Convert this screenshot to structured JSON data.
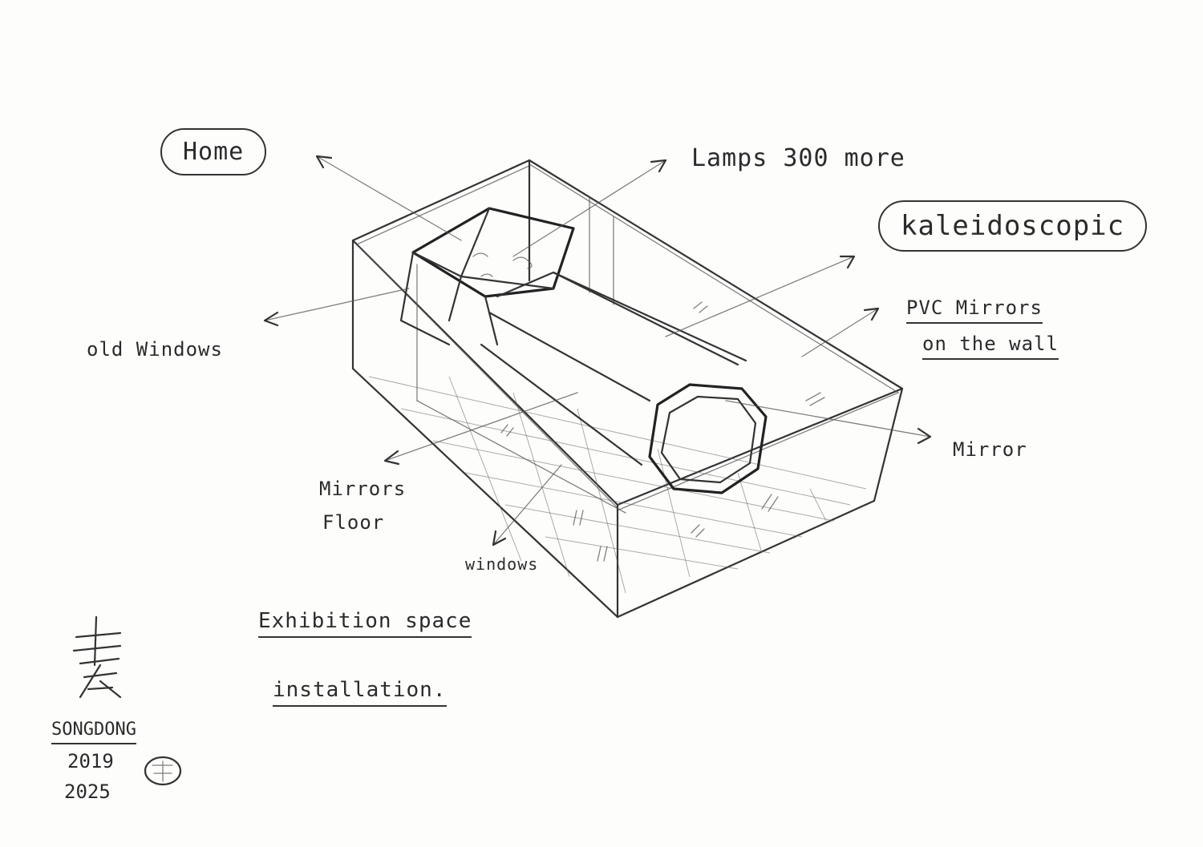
{
  "labels": {
    "home": "Home",
    "lamps": "Lamps 300 more",
    "kaleidoscopic": "kaleidoscopic",
    "pvc_mirrors_line1": "PVC Mirrors",
    "pvc_mirrors_line2": "on the wall",
    "old_windows": "old Windows",
    "mirror": "Mirror",
    "mirrors_floor_line1": "Mirrors",
    "mirrors_floor_line2": "Floor",
    "windows": "windows",
    "exhibition_space": "Exhibition space",
    "installation": "installation."
  },
  "signature": {
    "name": "SONGDONG",
    "year1": "2019",
    "year2": "2025"
  },
  "colors": {
    "paper": "#fdfdfc",
    "pencil": "#333333"
  }
}
